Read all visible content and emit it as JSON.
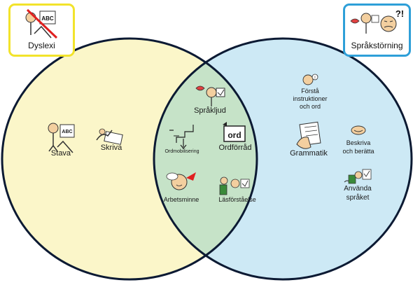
{
  "legend": {
    "left": {
      "title": "Dyslexi",
      "border_color": "#f2e32b"
    },
    "right": {
      "title": "Språkstörning",
      "border_color": "#2e9fd8"
    }
  },
  "circles": {
    "left_fill": "#fbf6c9",
    "right_fill": "#cde9f5",
    "overlap_fill": "#c6e3c8",
    "stroke": "#0c1a33"
  },
  "items": {
    "stava": "Stava",
    "skriva": "Skriva",
    "spraakljud": "Språkljud",
    "ordmobilisering": "Ordmobilisering",
    "ord_card": "ord",
    "ordforrad": "Ordförråd",
    "arbetsminne": "Arbetsminne",
    "lasforstaelse": "Läsförståelse",
    "forsta_1": "Förstå",
    "forsta_2": "instruktioner",
    "forsta_3": "och ord",
    "grammatik": "Grammatik",
    "beskriva_1": "Beskriva",
    "beskriva_2": "och berätta",
    "anvanda_1": "Använda",
    "anvanda_2": "språket",
    "abc_card": "ABC",
    "questionmark": "?!"
  },
  "icons": [
    "crossed-out-dyslexia-icon",
    "speech-confusion-icon",
    "person-abc-icon",
    "writing-hand-icon",
    "speaking-face-icon",
    "word-retrieval-staircase-icon",
    "word-card-icon",
    "thinking-head-icon",
    "reading-person-icon",
    "info-face-icon",
    "grammar-hand-icon",
    "talking-lips-icon",
    "communicating-people-icon"
  ]
}
